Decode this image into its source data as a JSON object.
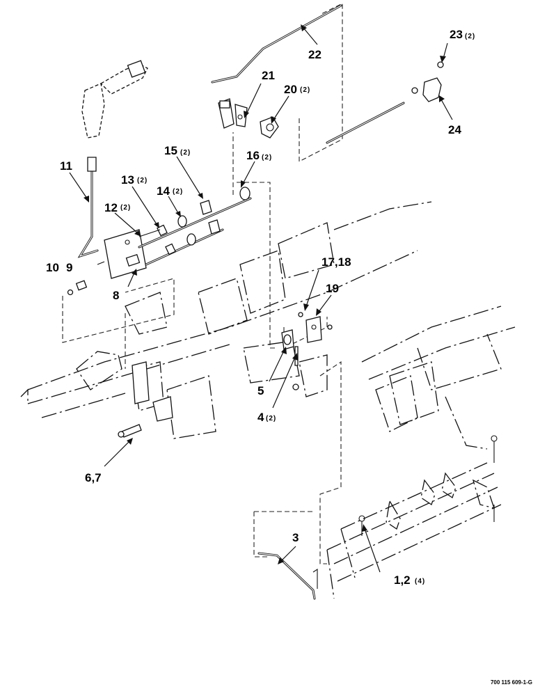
{
  "callouts": [
    {
      "id": "c22",
      "number": "22",
      "qty": ""
    },
    {
      "id": "c23",
      "number": "23",
      "qty": "(2)"
    },
    {
      "id": "c21",
      "number": "21",
      "qty": ""
    },
    {
      "id": "c20",
      "number": "20",
      "qty": "(2)"
    },
    {
      "id": "c24",
      "number": "24",
      "qty": ""
    },
    {
      "id": "c11",
      "number": "11",
      "qty": ""
    },
    {
      "id": "c15",
      "number": "15",
      "qty": "(2)"
    },
    {
      "id": "c16",
      "number": "16",
      "qty": "(2)"
    },
    {
      "id": "c13",
      "number": "13",
      "qty": "(2)"
    },
    {
      "id": "c14",
      "number": "14",
      "qty": "(2)"
    },
    {
      "id": "c12",
      "number": "12",
      "qty": "(2)"
    },
    {
      "id": "c10",
      "number": "10",
      "qty": ""
    },
    {
      "id": "c9",
      "number": "9",
      "qty": ""
    },
    {
      "id": "c8",
      "number": "8",
      "qty": ""
    },
    {
      "id": "c1718",
      "number": "17,18",
      "qty": ""
    },
    {
      "id": "c19",
      "number": "19",
      "qty": ""
    },
    {
      "id": "c5",
      "number": "5",
      "qty": ""
    },
    {
      "id": "c4",
      "number": "4",
      "qty": "(2)"
    },
    {
      "id": "c67",
      "number": "6,7",
      "qty": ""
    },
    {
      "id": "c3",
      "number": "3",
      "qty": ""
    },
    {
      "id": "c12b",
      "number": "1,2",
      "qty": "(4)"
    }
  ],
  "drawing_code": "700 115 609-1-G"
}
